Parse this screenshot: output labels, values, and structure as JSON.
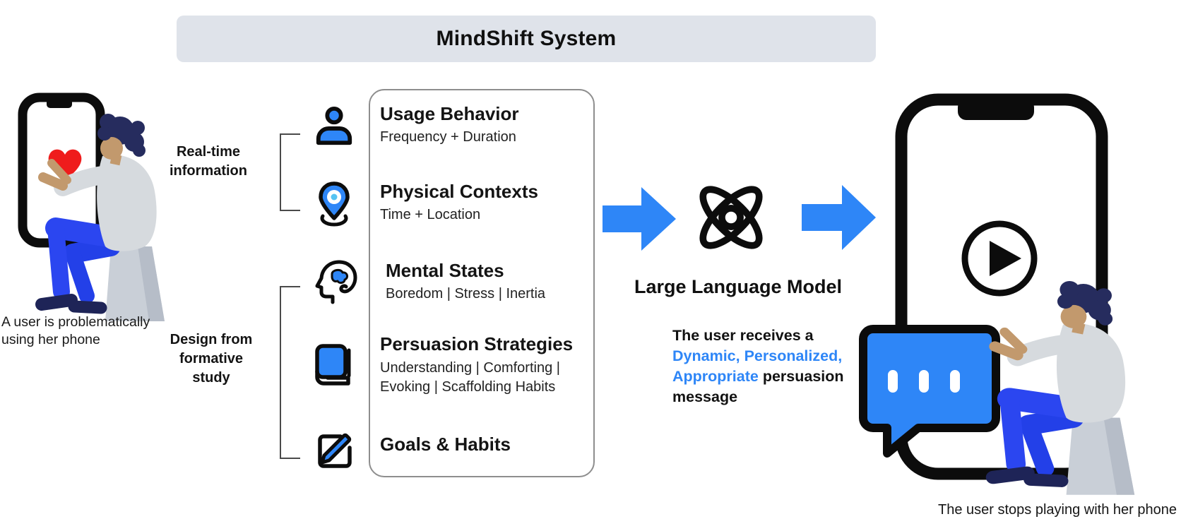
{
  "title": "MindShift System",
  "colors": {
    "accent_blue": "#2E86F7",
    "title_bar_bg": "#DFE3EA",
    "heart_red": "#EF1C1C",
    "box_border_gray": "#8E8E8E",
    "pants_blue": "#2B46F0",
    "navy": "#262C5E",
    "skin_tan": "#C2996D",
    "jacket_gray": "#D6DADE",
    "stool_gray": "#C9CFD7"
  },
  "left_scene": {
    "illustration": "person-using-phone-with-heart",
    "caption": [
      "A user is problematically",
      "using her phone"
    ]
  },
  "annotations": {
    "realtime": {
      "lines": [
        "Real-time",
        "information"
      ]
    },
    "formative": {
      "lines": [
        "Design from",
        "formative study"
      ]
    }
  },
  "inputs": {
    "items": [
      {
        "icon": "user-icon",
        "title": "Usage Behavior",
        "sub": [
          "Frequency + Duration"
        ]
      },
      {
        "icon": "location-pin-icon",
        "title": "Physical Contexts",
        "sub": [
          "Time + Location"
        ]
      },
      {
        "icon": "head-brain-icon",
        "title": "Mental States",
        "sub": [
          "Boredom | Stress | Inertia"
        ]
      },
      {
        "icon": "book-icon",
        "title": "Persuasion Strategies",
        "sub": [
          "Understanding | Comforting |",
          "Evoking | Scaffolding Habits"
        ]
      },
      {
        "icon": "edit-icon",
        "title": "Goals & Habits",
        "sub": []
      }
    ]
  },
  "llm": {
    "icon": "atom-icon",
    "label": "Large Language Model"
  },
  "flow": {
    "arrow_icon": "arrow-right-icon"
  },
  "output_message": {
    "line1": "The user receives a",
    "line2": "Dynamic, Personalized,",
    "line3_highlight": "Appropriate",
    "line3_rest": " persuasion",
    "line4": "message"
  },
  "right_scene": {
    "illustration": "phone-with-play-chat-bubble-and-user",
    "phone_icons": [
      "play-icon",
      "chat-bubble-icon"
    ],
    "caption": "The user stops playing with her phone"
  }
}
